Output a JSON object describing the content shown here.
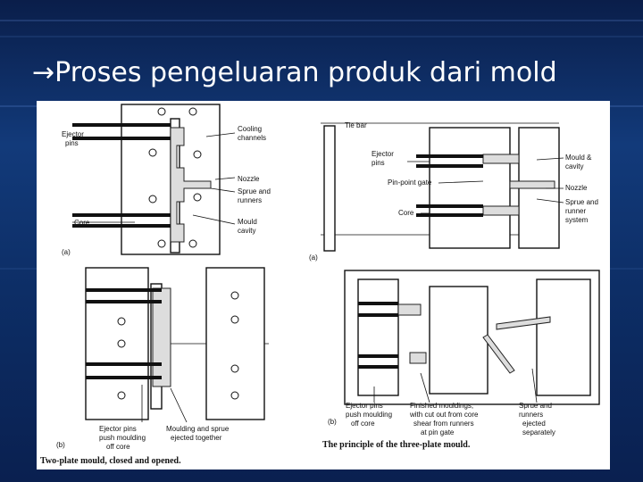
{
  "slide": {
    "title_arrow": "→",
    "title": "Proses pengeluaran produk dari mold"
  },
  "figure": {
    "panel_a_left": {
      "ejector_pins": [
        "Ejector",
        "pins"
      ],
      "cooling": [
        "Cooling",
        "channels"
      ],
      "nozzle": "Nozzle",
      "sprue": [
        "Sprue and",
        "runners"
      ],
      "core": "Core",
      "mould_cavity": [
        "Mould",
        "cavity"
      ],
      "tag": "(a)"
    },
    "panel_a_right": {
      "tie_bar": "Tie bar",
      "ejector_pins": [
        "Ejector",
        "pins"
      ],
      "pin_point_gate": "Pin-point gate",
      "core": "Core",
      "mould_cavity": [
        "Mould &",
        "cavity"
      ],
      "nozzle": "Nozzle",
      "sprue": [
        "Sprue and",
        "runner",
        "system"
      ],
      "tag": "(a)"
    },
    "panel_b_left": {
      "ejector_pins": [
        "Ejector pins",
        "push moulding",
        "off core"
      ],
      "moulding_sprue": [
        "Moulding and sprue",
        "ejected together"
      ],
      "tag": "(b)",
      "caption": "Two-plate mould, closed and opened."
    },
    "panel_b_right": {
      "ejector_pins": [
        "Ejector pins",
        "push moulding",
        "off core"
      ],
      "finished": [
        "Finished mouldings,",
        "with cut out from core",
        "shear from runners",
        "at pin gate"
      ],
      "sprue": [
        "Sprue and",
        "runners",
        "ejected",
        "separately"
      ],
      "tag": "(b)",
      "caption": "The principle of the three-plate mould."
    }
  }
}
